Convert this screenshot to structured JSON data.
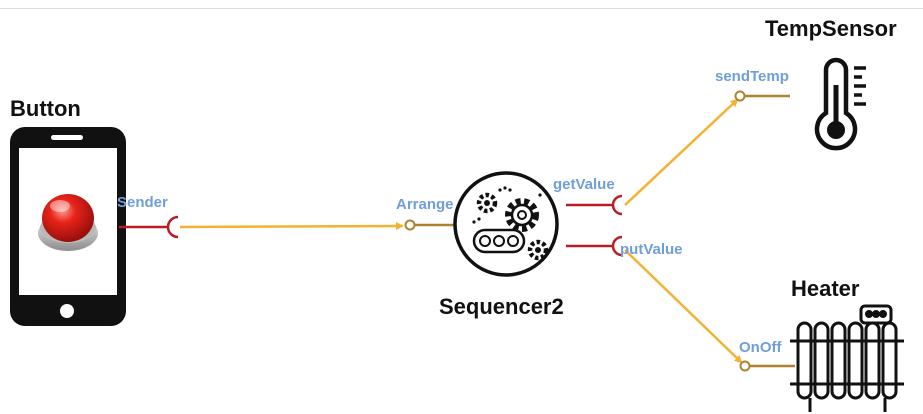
{
  "components": {
    "button": {
      "title": "Button"
    },
    "sequencer": {
      "title": "Sequencer2"
    },
    "temp_sensor": {
      "title": "TempSensor"
    },
    "heater": {
      "title": "Heater"
    }
  },
  "ports": {
    "sender": "Sender",
    "arrange": "Arrange",
    "get_value": "getValue",
    "put_value": "putValue",
    "send_temp": "sendTemp",
    "on_off": "OnOff"
  },
  "colors": {
    "connection": "#f2b234",
    "required_port": "#b81f24",
    "provided_port": "#b0822f",
    "port_label": "#6f9fd8",
    "icon": "#111111"
  },
  "icons": {
    "button": "phone-with-red-button-icon",
    "sequencer": "gears-icon",
    "temp_sensor": "thermometer-icon",
    "heater": "radiator-icon"
  }
}
